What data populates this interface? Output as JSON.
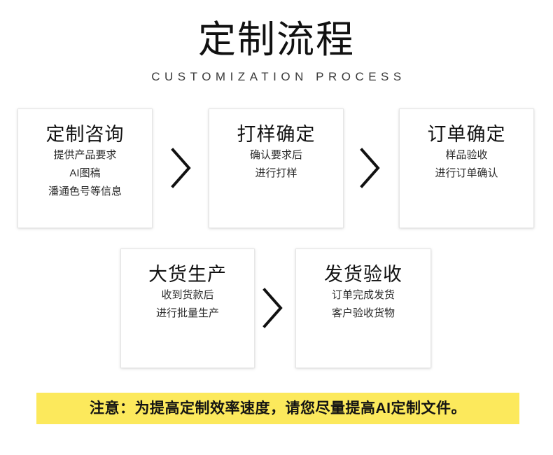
{
  "header": {
    "title": "定制流程",
    "subtitle": "CUSTOMIZATION PROCESS"
  },
  "steps": [
    {
      "id": "step-1",
      "title": "定制咨询",
      "lines": [
        "提供产品要求",
        "AI图稿",
        "潘通色号等信息"
      ]
    },
    {
      "id": "step-2",
      "title": "打样确定",
      "lines": [
        "确认要求后",
        "进行打样"
      ]
    },
    {
      "id": "step-3",
      "title": "订单确定",
      "lines": [
        "样品验收",
        "进行订单确认"
      ]
    },
    {
      "id": "step-4",
      "title": "大货生产",
      "lines": [
        "收到货款后",
        "进行批量生产"
      ]
    },
    {
      "id": "step-5",
      "title": "发货验收",
      "lines": [
        "订单完成发货",
        "客户验收货物"
      ]
    }
  ],
  "separators": [
    {
      "icon": "chevron-right-icon"
    },
    {
      "icon": "chevron-right-icon"
    },
    {
      "icon": "chevron-right-icon"
    }
  ],
  "notice": {
    "text": "注意：为提高定制效率速度，请您尽量提高AI定制文件。",
    "background_color": "#fce95c",
    "text_color": "#131313"
  },
  "colors": {
    "page_background": "#ffffff",
    "card_background": "#ffffff",
    "card_border": "#e6e6e6",
    "title_text": "#111111",
    "body_text": "#2b2b2b",
    "highlight": "#fce95c"
  }
}
